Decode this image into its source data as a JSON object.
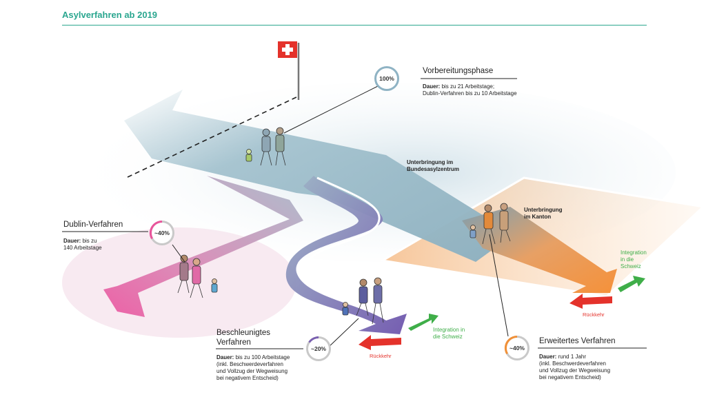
{
  "header": {
    "title": "Asylverfahren ab 2019"
  },
  "phases": {
    "vorbereitung": {
      "title": "Vorbereitungsphase",
      "percent": "100%",
      "line1_bold": "Dauer:",
      "line1": "bis zu 21 Arbeitstage;",
      "line2": "Dublin-Verfahren bis zu 10 Arbeitstage"
    },
    "dublin": {
      "title": "Dublin-Verfahren",
      "percent": "~40%",
      "line1_bold": "Dauer:",
      "line1": "bis zu",
      "line2": "140 Arbeitstage"
    },
    "beschleunigt": {
      "title_line1": "Beschleunigtes",
      "title_line2": "Verfahren",
      "percent": "~20%",
      "line1_bold": "Dauer:",
      "line1": "bis zu 100 Arbeitstage",
      "line2": "(inkl. Beschwerdeverfahren",
      "line3": "und Vollzug der Wegweisung",
      "line4": "bei negativem Entscheid)"
    },
    "erweitert": {
      "title": "Erweitertes Verfahren",
      "percent": "~40%",
      "line1_bold": "Dauer:",
      "line1": "rund 1 Jahr",
      "line2": "(inkl. Beschwerdeverfahren",
      "line3": "und Vollzug der Wegweisung",
      "line4": "bei negativem Entscheid)"
    }
  },
  "labels": {
    "bundesasyl_line1": "Unterbringung im",
    "bundesasyl_line2": "Bundesasylzentrum",
    "kanton_line1": "Unterbringung",
    "kanton_line2": "im Kanton",
    "integration_center_line1": "Integration in",
    "integration_center_line2": "die Schweiz",
    "rueckkehr_center": "Rückkehr",
    "integration_right_line1": "Integration",
    "integration_right_line2": "in die",
    "integration_right_line3": "Schweiz",
    "rueckkehr_right": "Rückkehr"
  },
  "colors": {
    "accent": "#2aa68f",
    "road": "#9fbfcc",
    "dublin": "#e8559b",
    "beschleunigt": "#7a60b0",
    "erweitert": "#f0913a",
    "integration": "#3fae49",
    "rueckkehr": "#e4322b",
    "vorbereitung_ring": "#8fb3c4"
  },
  "icons": [
    "swiss-flag-icon",
    "family-illustration"
  ]
}
